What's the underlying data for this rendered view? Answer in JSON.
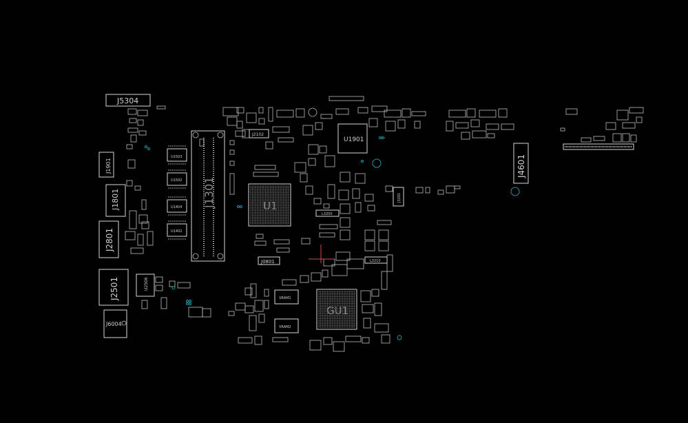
{
  "labels": {
    "j5304": "J5304",
    "u1901": "U1901",
    "j4601": "J4601",
    "j1901": "J1901",
    "j1801": "J1801",
    "j2801": "J2801",
    "j2501": "J2501",
    "j6004": "J6004",
    "u1503": "U1503",
    "u1502": "U1502",
    "u1404": "U1404",
    "u1402": "U1402",
    "j2102": "J2102",
    "j1301": "J1301",
    "u1": "U1",
    "gu1": "GU1",
    "vram1": "VRAM1",
    "vram2": "VRAM2",
    "j0801": "J0801",
    "l3200": "L3200",
    "l3210": "L3210",
    "u2506": "U2506",
    "j3201": "J3201"
  },
  "colors": {
    "background": "#000000",
    "outline": "#d8d8d8",
    "via": "#1a9aa8",
    "net_highlight": "#d84a4a"
  }
}
